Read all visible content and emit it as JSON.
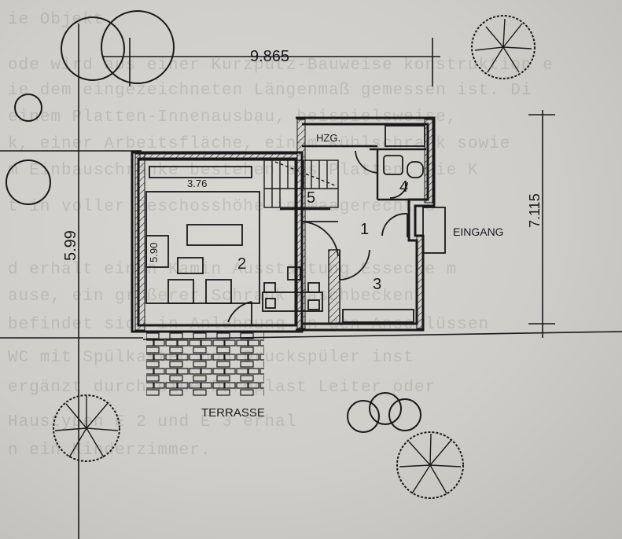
{
  "plan": {
    "dimensions": {
      "overall_width": "9.865",
      "overall_depth_left": "5.99",
      "overall_depth_right": "7.115",
      "living_width": "3.76",
      "living_depth": "5.90"
    },
    "rooms": {
      "room_1": "1",
      "room_2": "2",
      "room_3": "3",
      "room_4": "4",
      "room_5": "5",
      "heating": "HZG.",
      "entrance": "EINGANG",
      "terrace": "TERRASSE"
    },
    "bleed_through": [
      "ie Objekt",
      "ode wird aus einer Kurzputz-Bauweise konstruktion e",
      "ie dem eingezeichneten Längenmaß gemessen ist. Di",
      "einem Platten-Innenausbau, beispielsweise,",
      "k, einer Arbeitsfläche, einem Kühlschrank sowie",
      "m Einbauschränke bestehen aus Platten. Die K",
      "t in voller Geschosshöhe in waagerecht s",
      "d erhält einen Kamin Ausstattung Essecke m",
      "ause, ein größerer Schrank Waschbecken",
      "befindet sich in Anlehnung an den Anschlüssen",
      "WC mit Spülkasten und Druckspüler inst",
      "ergänzt durch eine Duroplast Leiter oder",
      "Haustypen E 2 und E 3 erhal",
      "n ein Kinderzimmer."
    ]
  },
  "colors": {
    "ink": "#1a1a1a",
    "paper": "#d3d2cd"
  }
}
